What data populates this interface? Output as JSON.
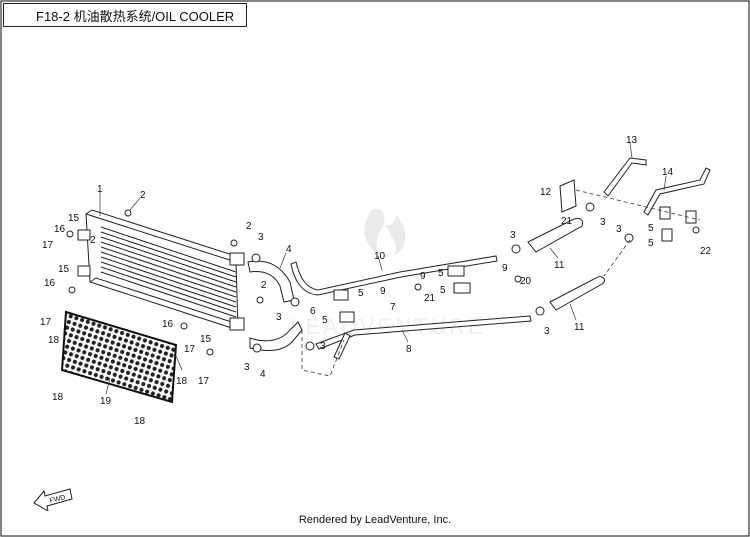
{
  "header": {
    "title": "F18-2 机油散热系统/OIL COOLER"
  },
  "footer": {
    "credit": "Rendered by LeadVenture, Inc."
  },
  "watermark": {
    "text": "LEADVENTURE"
  },
  "fwd_label": "FWD",
  "callouts": [
    "1",
    "2",
    "2",
    "2",
    "2",
    "3",
    "3",
    "3",
    "3",
    "3",
    "3",
    "3",
    "3",
    "4",
    "4",
    "5",
    "5",
    "5",
    "5",
    "5",
    "5",
    "6",
    "7",
    "8",
    "9",
    "9",
    "9",
    "10",
    "11",
    "11",
    "12",
    "13",
    "14",
    "15",
    "15",
    "15",
    "16",
    "16",
    "16",
    "17",
    "17",
    "17",
    "17",
    "18",
    "18",
    "18",
    "18",
    "19",
    "20",
    "21",
    "21",
    "22"
  ]
}
